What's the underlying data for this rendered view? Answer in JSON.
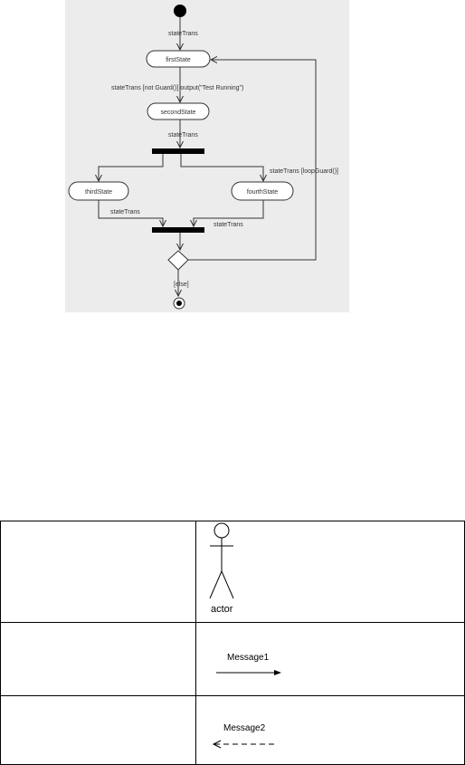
{
  "diagram": {
    "states": {
      "first": "firstState",
      "second": "secondState",
      "third": "thirdState",
      "fourth": "fourthState"
    },
    "transitions": {
      "t_initial": "stateTrans",
      "t_first_second": "stateTrans [not Guard()] output(\"Test Running\")",
      "t_second_fork": "stateTrans",
      "t_fork_fourth": "stateTrans [loopGuard()]",
      "t_third_join": "stateTrans",
      "t_fourth_join": "stateTrans",
      "t_final": "[else]"
    }
  },
  "legend": {
    "actor_label": "actor",
    "message1_label": "Message1",
    "message2_label": "Message2"
  }
}
